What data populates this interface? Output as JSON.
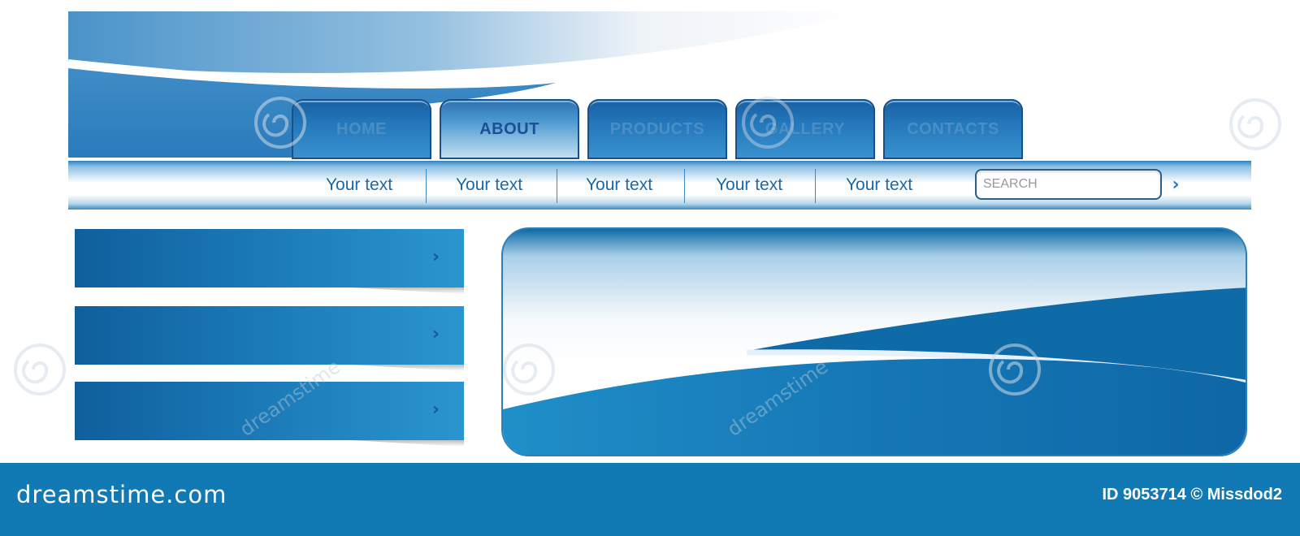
{
  "colors": {
    "primary": "#1179b3",
    "dark_blue": "#1a5fa0",
    "link_text": "#1a68a8",
    "tab_text": "#4a8ec6",
    "active_tab_text": "#1a4f96",
    "background": "#ffffff"
  },
  "tabs": [
    {
      "label": "HOME",
      "active": false
    },
    {
      "label": "ABOUT",
      "active": true
    },
    {
      "label": "PRODUCTS",
      "active": false
    },
    {
      "label": "GALLERY",
      "active": false
    },
    {
      "label": "CONTACTS",
      "active": false
    }
  ],
  "nav": {
    "links": [
      "Your text",
      "Your text",
      "Your text",
      "Your text",
      "Your text"
    ],
    "search_placeholder": "SEARCH",
    "search_button_icon": "chevron-right-icon"
  },
  "side_buttons": [
    {
      "icon": "chevron-right-icon"
    },
    {
      "icon": "chevron-right-icon"
    },
    {
      "icon": "chevron-right-icon"
    }
  ],
  "footer": {
    "logo": "dreamstime.com",
    "credit": "ID 9053714 © Missdod2"
  },
  "watermark": {
    "text": "dreamstime",
    "icon": "spiral-icon"
  }
}
